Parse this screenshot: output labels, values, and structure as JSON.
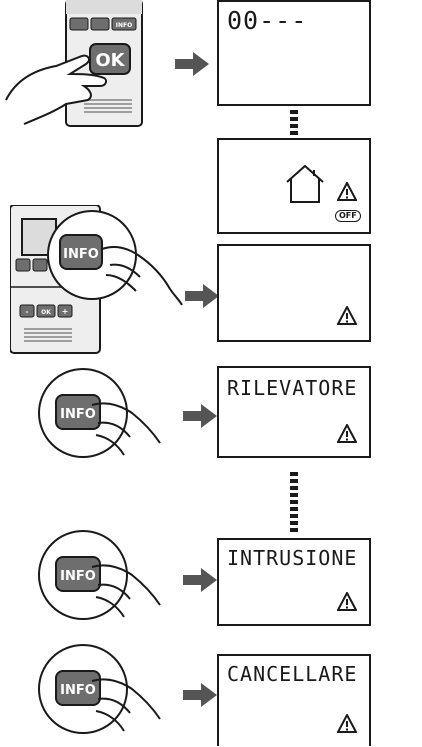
{
  "steps": [
    {
      "display_text": "00---",
      "button": "OK"
    },
    {
      "display_text": "",
      "badge": "OFF"
    },
    {
      "display_text": "",
      "button": "INFO"
    },
    {
      "display_text": "RILEVATORE",
      "button": "INFO"
    },
    {
      "display_text": "INTRUSIONE",
      "button": "INFO"
    },
    {
      "display_text": "CANCELLARE",
      "button": "INFO"
    }
  ],
  "device_keys": {
    "top_row": [
      "",
      "",
      "INFO"
    ],
    "ok": "OK",
    "bottom_row": [
      "-",
      "OK",
      "+"
    ]
  },
  "icons": [
    "hand-press-icon",
    "arrow-right-icon",
    "house-icon",
    "warning-triangle-icon"
  ],
  "colors": {
    "line": "#1a1a1a",
    "button_fill": "#6e6e6e",
    "arrow": "#555555",
    "device_body": "#e9e9e9"
  }
}
